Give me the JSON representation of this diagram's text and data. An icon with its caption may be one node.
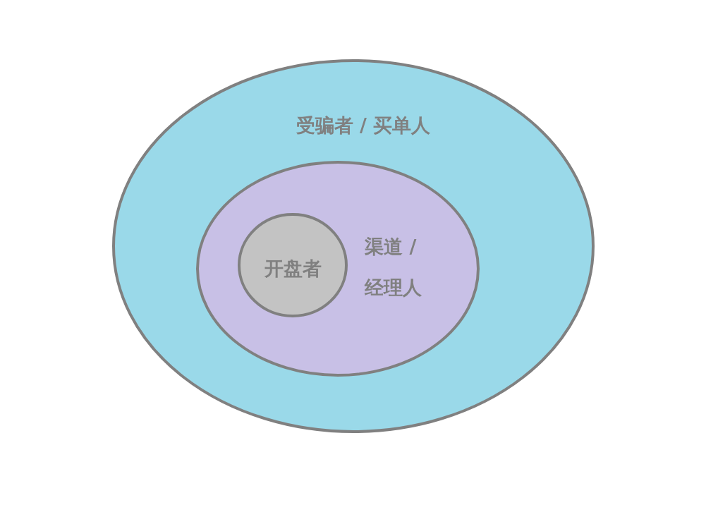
{
  "diagram": {
    "nodes": [
      {
        "text": [
          "受骗者 / 买单人"
        ]
      },
      {
        "text": [
          "渠道 / 经理人"
        ],
        "in": 0
      },
      {
        "text": [
          "开盘者"
        ],
        "in": 1
      }
    ]
  }
}
